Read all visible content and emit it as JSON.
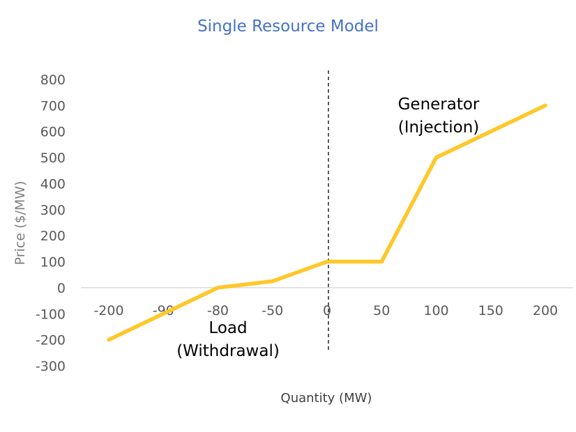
{
  "chart_data": {
    "type": "line",
    "title": "Single Resource Model",
    "xlabel": "Quantity (MW)",
    "ylabel": "Price ($/MW)",
    "categories": [
      "-200",
      "-90",
      "-80",
      "-50",
      "0",
      "50",
      "100",
      "150",
      "200"
    ],
    "series": [
      {
        "values": [
          -200,
          -100,
          0,
          25,
          100,
          100,
          500,
          600,
          700
        ]
      }
    ],
    "ylim": [
      -300,
      800
    ],
    "yticks": [
      "800",
      "700",
      "600",
      "500",
      "400",
      "300",
      "200",
      "100",
      "0",
      "-100",
      "-200",
      "-300"
    ],
    "divider_at": "0",
    "annotations": {
      "generator_line1": "Generator",
      "generator_line2": "(Injection)",
      "load_line1": "Load",
      "load_line2": "(Withdrawal)"
    },
    "grid": false,
    "colors": {
      "line": "#FFC829",
      "title": "#4472C4",
      "axis": "#D9D9D9",
      "divider": "#000000"
    }
  }
}
